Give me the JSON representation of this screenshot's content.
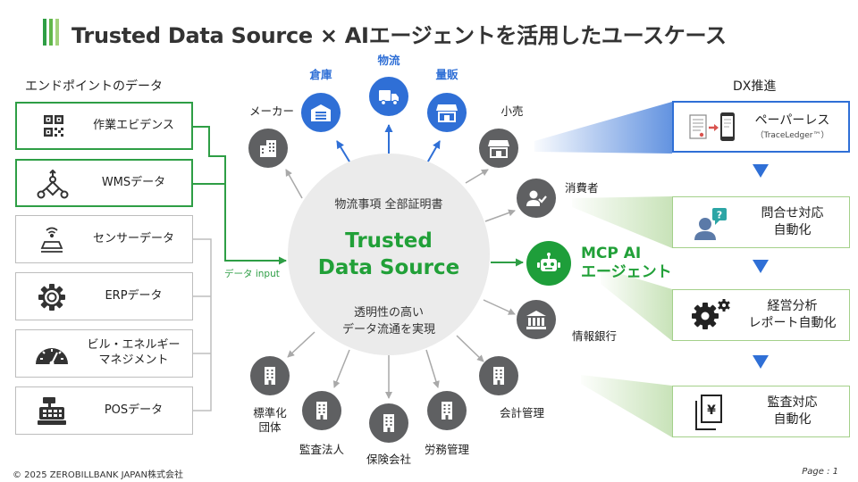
{
  "title": "Trusted Data Source × AIエージェントを活用したユースケース",
  "left_heading": "エンドポイントのデータ",
  "right_heading": "DX推進",
  "endpoints": [
    {
      "label": "作業エビデンス",
      "icon": "qr-code-icon",
      "active": true
    },
    {
      "label": "WMSデータ",
      "icon": "workflow-icon",
      "active": true
    },
    {
      "label": "センサーデータ",
      "icon": "sensor-icon",
      "active": false
    },
    {
      "label": "ERPデータ",
      "icon": "gear-icon",
      "active": false
    },
    {
      "label": "ビル・エネルギー\nマネジメント",
      "icon": "gauge-icon",
      "active": false
    },
    {
      "label": "POSデータ",
      "icon": "cash-register-icon",
      "active": false
    }
  ],
  "input_label": "データ input",
  "hub": {
    "top_text": "物流事項 全部証明書",
    "name_line1": "Trusted",
    "name_line2": "Data Source",
    "bottom_line1": "透明性の高い",
    "bottom_line2": "データ流通を実現"
  },
  "nodes": {
    "maker": "メーカー",
    "warehouse": "倉庫",
    "logistics": "物流",
    "wholesale": "量販",
    "retail": "小売",
    "consumer": "消費者",
    "info_bank": "情報銀行",
    "accounting": "会計管理",
    "labor": "労務管理",
    "insurance": "保険会社",
    "audit": "監査法人",
    "standards": "標準化\n団体"
  },
  "mcp_agent": {
    "line1": "MCP AI",
    "line2": "エージェント"
  },
  "dx_items": [
    {
      "line1": "ペーパーレス",
      "sub": "（TraceLedger™）",
      "icon": "paperless-icon"
    },
    {
      "line1": "問合せ対応",
      "line2": "自動化",
      "icon": "inquiry-icon"
    },
    {
      "line1": "経営分析",
      "line2": "レポート自動化",
      "icon": "analytics-gear-icon"
    },
    {
      "line1": "監査対応",
      "line2": "自動化",
      "icon": "yen-document-icon"
    }
  ],
  "footer": {
    "copyright": "© 2025 ZEROBILLBANK JAPAN株式会社",
    "page": "Page : 1"
  },
  "colors": {
    "green": "#21a038",
    "blue": "#2f6fd6",
    "node_gray": "#5f6062",
    "hub_gray": "#ebebeb"
  }
}
